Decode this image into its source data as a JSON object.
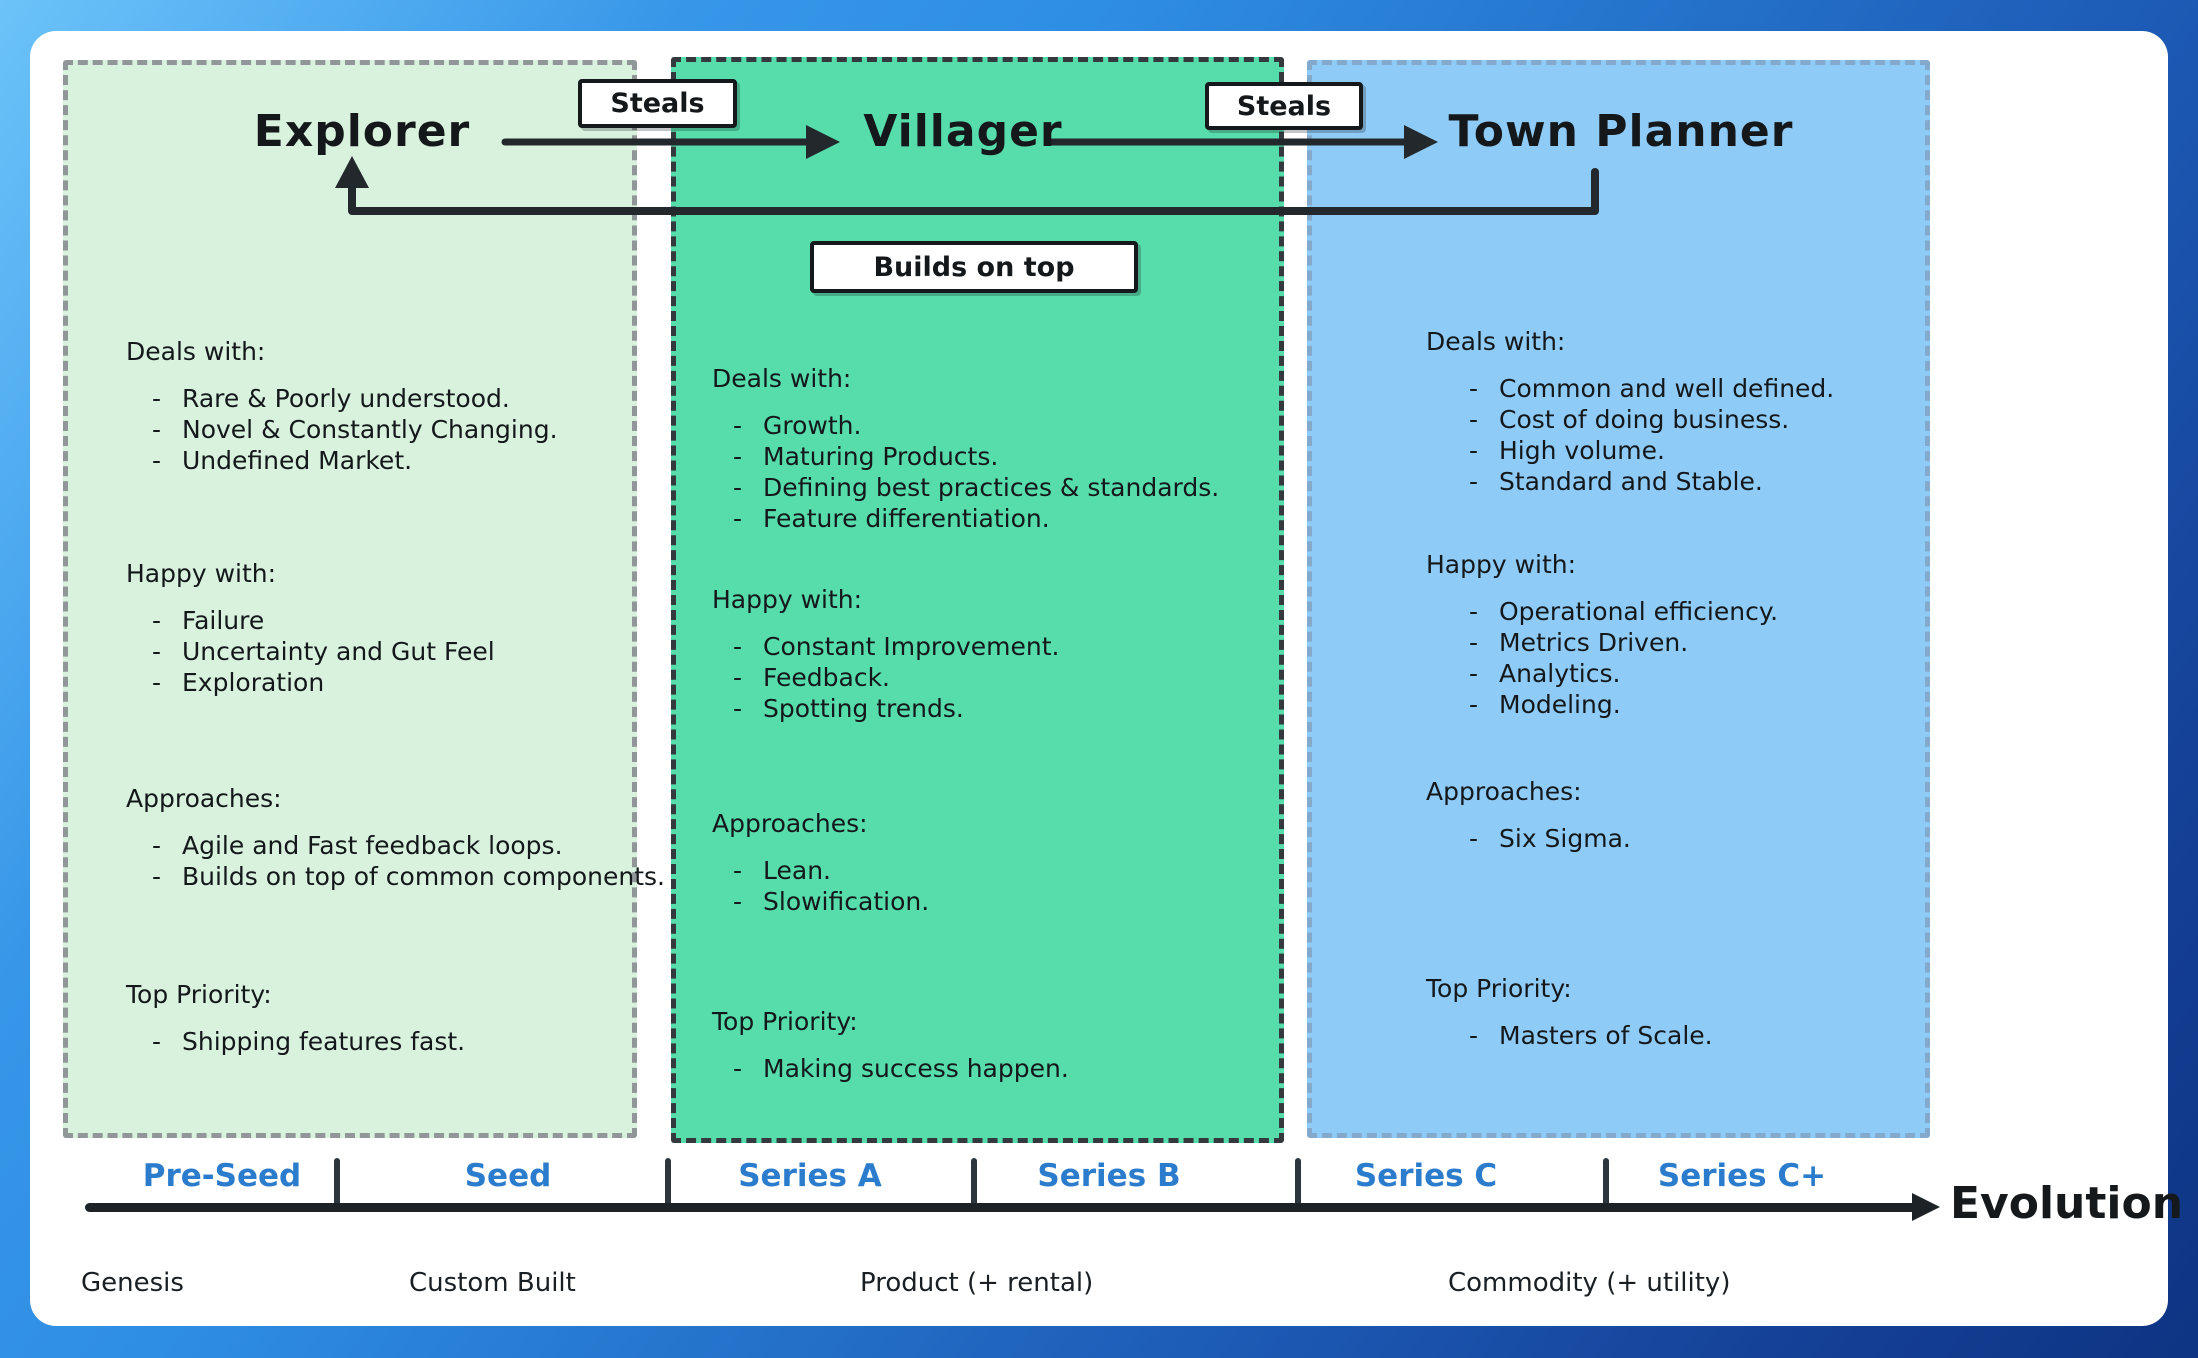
{
  "frame": {
    "gradient_top_left": "#6cc3f9",
    "gradient_bottom_right": "#0e3483",
    "page_background": "#ffffff"
  },
  "roles": [
    {
      "title": "Explorer",
      "fill": "#d9f2de",
      "border": "#919799",
      "sections": [
        {
          "heading": "Deals with:",
          "items": [
            "Rare & Poorly understood.",
            "Novel & Constantly Changing.",
            "Undefined Market."
          ]
        },
        {
          "heading": "Happy with:",
          "items": [
            "Failure",
            "Uncertainty and Gut Feel",
            "Exploration"
          ]
        },
        {
          "heading": "Approaches:",
          "items": [
            "Agile and Fast feedback loops.",
            "Builds on top of common components."
          ]
        },
        {
          "heading": "Top Priority:",
          "items": [
            "Shipping features fast."
          ]
        }
      ]
    },
    {
      "title": "Villager",
      "fill": "#57dcab",
      "border": "#33393d",
      "sections": [
        {
          "heading": "Deals with:",
          "items": [
            "Growth.",
            "Maturing Products.",
            "Defining best practices & standards.",
            "Feature differentiation."
          ]
        },
        {
          "heading": "Happy with:",
          "items": [
            "Constant Improvement.",
            "Feedback.",
            "Spotting trends."
          ]
        },
        {
          "heading": "Approaches:",
          "items": [
            "Lean.",
            "Slowification."
          ]
        },
        {
          "heading": "Top Priority:",
          "items": [
            "Making success happen."
          ]
        }
      ]
    },
    {
      "title": "Town Planner",
      "fill": "#8fcbf7",
      "border": "#83aacd",
      "sections": [
        {
          "heading": "Deals with:",
          "items": [
            "Common and well defined.",
            "Cost of doing business.",
            "High volume.",
            "Standard and Stable."
          ]
        },
        {
          "heading": "Happy with:",
          "items": [
            "Operational efficiency.",
            "Metrics Driven.",
            "Analytics.",
            "Modeling."
          ]
        },
        {
          "heading": "Approaches:",
          "items": [
            "Six Sigma."
          ]
        },
        {
          "heading": "Top Priority:",
          "items": [
            "Masters of Scale."
          ]
        }
      ]
    }
  ],
  "arrows": {
    "steals_left_label": "Steals",
    "steals_right_label": "Steals",
    "builds_on_top_label": "Builds on top",
    "stroke_color": "#22282c"
  },
  "axis": {
    "stages": [
      "Pre-Seed",
      "Seed",
      "Series A",
      "Series B",
      "Series C",
      "Series C+"
    ],
    "stage_color": "#2b7ccc",
    "axis_label": "Evolution",
    "evolution_stages": [
      "Genesis",
      "Custom Built",
      "Product (+ rental)",
      "Commodity (+ utility)"
    ]
  }
}
